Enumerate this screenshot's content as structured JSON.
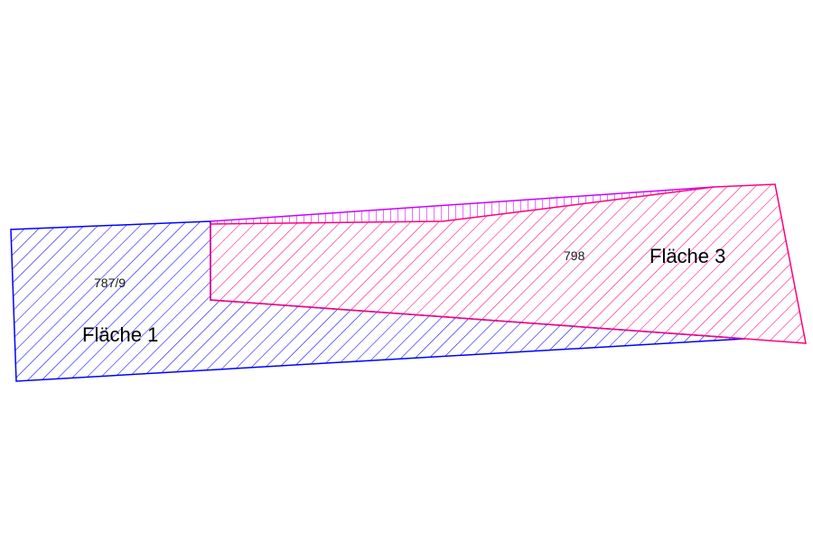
{
  "map": {
    "areas": [
      {
        "label": "Fläche 1",
        "parcel_number": "787/9",
        "outline_color": "#0000ff",
        "hatch_color": "#0000ff",
        "hatch_style": "diagonal"
      },
      {
        "label": "Fläche 3",
        "parcel_number": "798",
        "outline_color": "#ff0080",
        "hatch_color": "#ff0080",
        "hatch_style": "diagonal"
      },
      {
        "label": "",
        "parcel_number": "",
        "outline_color": "#cc00ff",
        "hatch_color": "#cc00ff",
        "hatch_style": "vertical"
      }
    ]
  }
}
